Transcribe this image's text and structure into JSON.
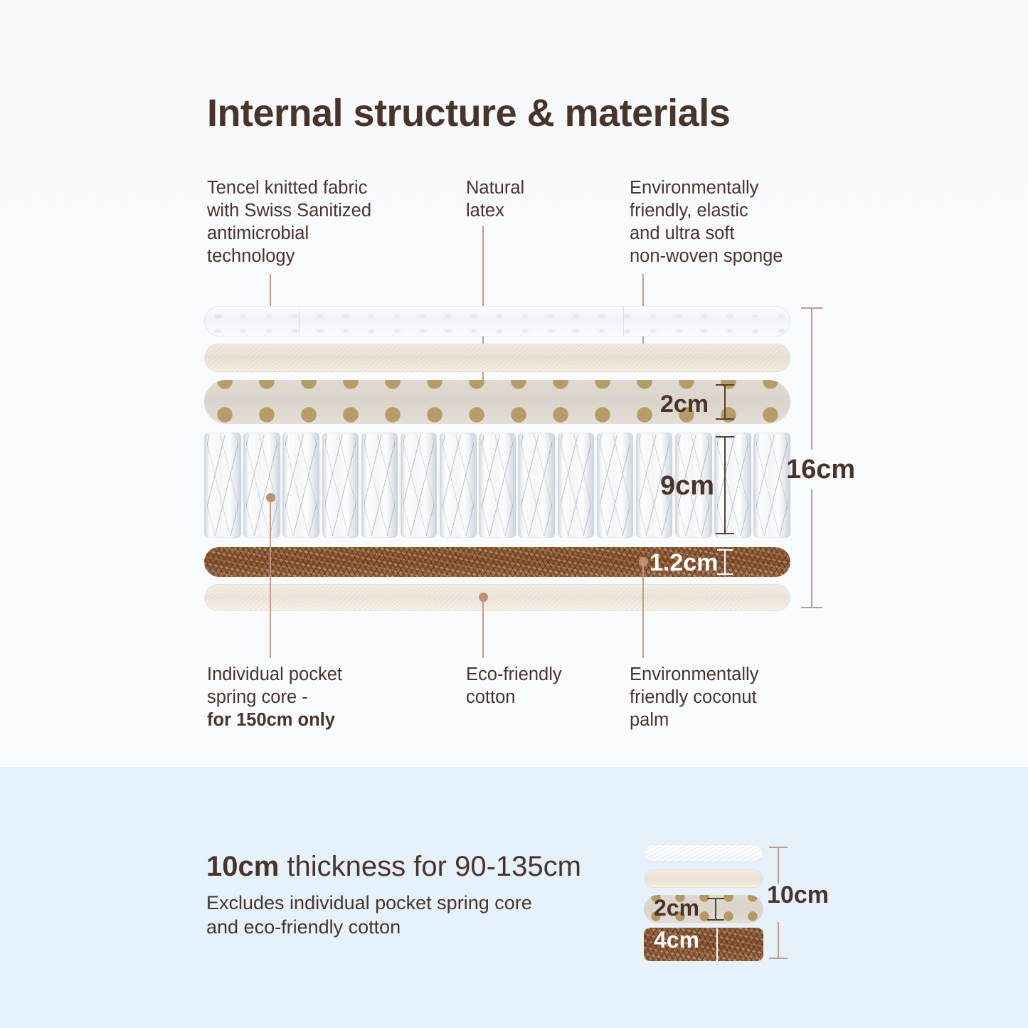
{
  "colors": {
    "text_brown": "#4a3328",
    "leader_line": "#c79a85",
    "bg_top": "#f8fbfe",
    "bg_bottom": "#e5f2fb",
    "latex_dot_gold": "#b49a62",
    "coconut_brown": "#8a5634"
  },
  "title": "Internal structure & materials",
  "top_callouts": [
    {
      "text": "Tencel knitted fabric\nwith Swiss Sanitized\nantimicrobial\ntechnology"
    },
    {
      "text": "Natural\nlatex"
    },
    {
      "text": "Environmentally\nfriendly, elastic\nand ultra soft\nnon-woven sponge"
    }
  ],
  "bottom_callouts": [
    {
      "text_normal": "Individual pocket\nspring core -\n",
      "text_bold": "for 150cm only"
    },
    {
      "text": "Eco-friendly\ncotton"
    },
    {
      "text": "Environmentally\nfriendly coconut\npalm"
    }
  ],
  "dimensions": {
    "latex": "2cm",
    "springs": "9cm",
    "coconut": "1.2cm",
    "total": "16cm"
  },
  "bottom_section": {
    "heading_bold": "10cm",
    "heading_rest": " thickness for 90-135cm",
    "subtext": "Excludes individual pocket spring core\nand eco-friendly cotton",
    "mini_dimensions": {
      "latex": "2cm",
      "coconut": "4cm",
      "total": "10cm"
    }
  }
}
